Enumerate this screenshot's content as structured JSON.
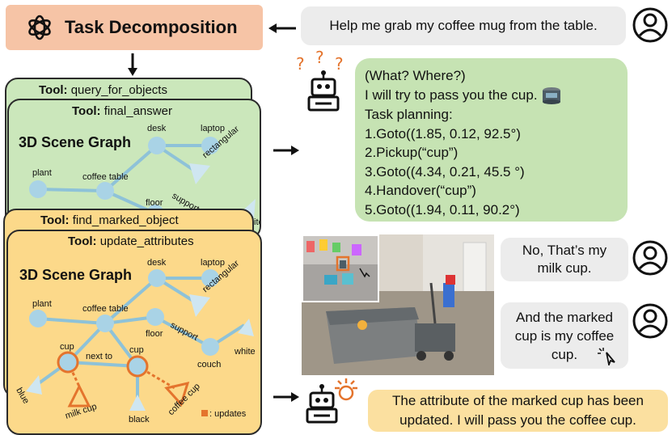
{
  "task": {
    "title": "Task Decomposition"
  },
  "user_msg_1": "Help me grab my coffee mug from the table.",
  "user_msg_2": "No, That’s my milk cup.",
  "user_msg_3": "And the marked cup is my coffee cup.",
  "robot_reply": {
    "lines": [
      "(What? Where?)",
      "I will try to pass you the cup.",
      "Task planning:",
      "1.Goto((1.85, 0.12, 92.5°)",
      "2.Pickup(“cup”)",
      "3.Goto((4.34, 0.21, 45.5 °)",
      "4.Handover(“cup”)",
      "5.Goto((1.94, 0.11, 90.2°)"
    ]
  },
  "robot_final": "The attribute of the marked cup has been updated. I will pass you the coffee cup.",
  "tools": {
    "prefix": "Tool:",
    "query": "query_for_objects",
    "final": "final_answer",
    "find_marked": "find_marked_object",
    "update_attr": "update_attributes"
  },
  "scene_graph_title": "3D Scene Graph",
  "graph_green": {
    "desk": "desk",
    "laptop": "laptop",
    "plant": "plant",
    "coffee_table": "coffee table",
    "floor": "floor",
    "support": "support",
    "rectangular": "rectangular",
    "white": "white"
  },
  "graph_yellow": {
    "desk": "desk",
    "laptop": "laptop",
    "plant": "plant",
    "coffee_table": "coffee table",
    "floor": "floor",
    "support": "support",
    "rectangular": "rectangular",
    "white": "white",
    "couch": "couch",
    "cup1": "cup",
    "cup2": "cup",
    "next_to": "next to",
    "blue": "blue",
    "black": "black",
    "milk_cup": "milk cup",
    "coffee_cup": "coffee cup",
    "legend": ": updates"
  },
  "colors": {
    "node": "#a9d3e6",
    "edge": "#8ec2d8",
    "update": "#e4742d",
    "task": "#f6c4a6",
    "green": "#cbe7bb",
    "yellow": "#fcd98a"
  }
}
